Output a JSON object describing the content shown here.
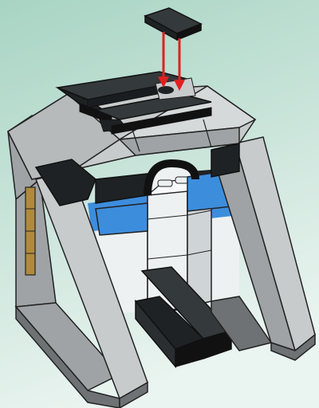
{
  "scene": {
    "description_label": "",
    "colors": {
      "background_top": "#a8d4c4",
      "background_bottom": "#eaf4f0",
      "light_gray": "#c8cbcc",
      "mid_gray": "#9fa3a5",
      "dark_gray": "#6e7274",
      "black_brick": "#1e2224",
      "black_top": "#34393b",
      "blue": "#3d8ddd",
      "blue_dark": "#2f6fb0",
      "white": "#eef1f2",
      "white_shade": "#cfd4d6",
      "tan": "#b08a3a",
      "arrow_red": "#e02020"
    },
    "arrows": {
      "count": 2,
      "direction": "down"
    },
    "parts": [
      "roof-frame",
      "roof-brick-2x1",
      "blue-stripe",
      "door-column",
      "floor-plates",
      "left-leg",
      "right-leg"
    ]
  }
}
